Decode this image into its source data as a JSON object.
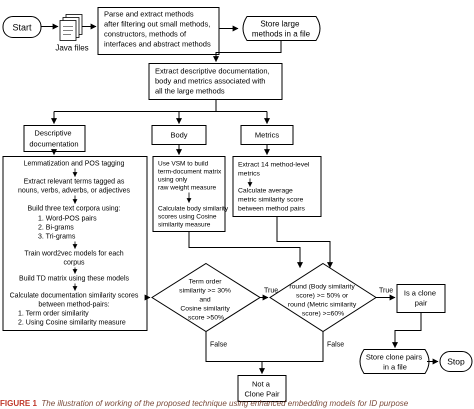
{
  "nodes": {
    "start": {
      "label": "Start"
    },
    "java_files": {
      "label": "Java files"
    },
    "parse": {
      "lines": [
        "Parse and extract methods",
        "after filtering out small methods,",
        "constructors, methods of",
        "interfaces and abstract methods"
      ]
    },
    "store_large": {
      "lines": [
        "Store large",
        "methods in a file"
      ]
    },
    "extract": {
      "lines": [
        "Extract descriptive documentation,",
        "body and metrics  associated with",
        "all the large methods"
      ]
    },
    "doc_header": {
      "lines": [
        "Descriptive",
        "documentation"
      ]
    },
    "body_header": {
      "label": "Body"
    },
    "metrics_header": {
      "label": "Metrics"
    },
    "doc_detail": {
      "lines": [
        "Lemmatization and POS tagging",
        "Extract relevant terms  tagged as",
        "nouns, verbs, adverbs, or adjectives",
        "Build three text corpora using:",
        "1. Word-POS pairs",
        "2. Bi-grams",
        "3. Tri-grams",
        "Train word2vec models for each",
        "corpus",
        "Build TD matrix using these models",
        "Calculate documentation similarity scores",
        "between method-pairs:",
        "1. Term order similarity",
        "2. Using Cosine similarity  measure"
      ]
    },
    "body_detail": {
      "lines": [
        "Use VSM to build",
        "term-document matrix",
        "using only",
        "raw weight measure",
        "Calculate body similarity",
        "scores using Cosine",
        "similarity measure"
      ]
    },
    "metrics_detail": {
      "lines": [
        "Extract 14 method-level",
        "metrics",
        "Calculate average",
        "metric similarity score",
        "between method pairs"
      ]
    },
    "decision1": {
      "lines": [
        "Term order",
        "similarity >= 30%",
        "and",
        "Cosine similarity",
        "score >50%"
      ]
    },
    "decision2": {
      "lines": [
        "round (Body similarity",
        "score) >= 50% or",
        "round (Metric similarity",
        "score) >=60%"
      ]
    },
    "clone_pair": {
      "lines": [
        "Is a clone",
        "pair"
      ]
    },
    "store_clone": {
      "lines": [
        "Store clone pairs",
        "in a file"
      ]
    },
    "stop": {
      "label": "Stop"
    },
    "not_clone": {
      "lines": [
        "Not a",
        "Clone Pair"
      ]
    }
  },
  "edges": {
    "true_1": "True",
    "true_2": "True",
    "false_1": "False",
    "false_2": "False"
  },
  "caption": {
    "label": "FIGURE 1",
    "text": "The illustration of working of the proposed technique using enhanced embedding models for ID purpose"
  },
  "colors": {
    "stroke": "#000000",
    "fill": "#ffffff",
    "caption": "#c0392b"
  }
}
